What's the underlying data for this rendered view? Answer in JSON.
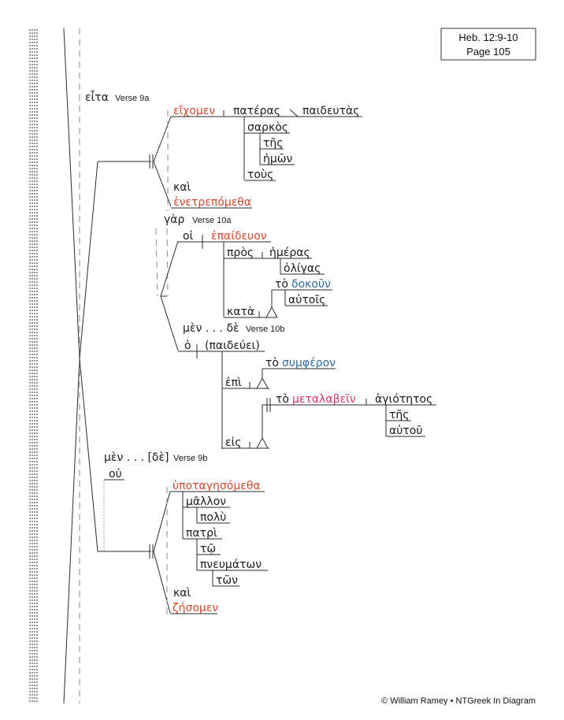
{
  "header": {
    "reference": "Heb. 12:9-10",
    "page": "Page 105"
  },
  "footer": {
    "copyright": "© William Ramey • NTGreek In Diagram"
  },
  "labels": {
    "verse_9a": "Verse 9a",
    "verse_10a": "Verse 10a",
    "verse_10b": "Verse 10b",
    "verse_9b": "Verse 9b"
  },
  "words": {
    "eita": "εἶτα",
    "eichomen": "εἴχομεν",
    "pateras": "πατέρας",
    "paideutas": "παιδευτὰς",
    "sarkos": "σαρκὸς",
    "tes1": "τῆς",
    "hemon": "ἡμῶν",
    "tous": "τοὺς",
    "kai1": "καὶ",
    "enetrepometha": "ἐνετρεπόμεθα",
    "gar": "γὰρ",
    "hoi": "οἱ",
    "epaideuon": "ἐπαίδευον",
    "pros": "πρὸς",
    "hemeras": "ἡμέρας",
    "oligas": "ὀλίγας",
    "to1": "τὸ",
    "dokoun": "δοκοῦν",
    "autois": "αὐτοῖς",
    "kata": "κατὰ",
    "men_de": "μὲν . . . δὲ",
    "ho": "ὁ",
    "paideuei": "(παιδεύει)",
    "to2": "τὸ",
    "sympheron": "συμφέρον",
    "epi": "ἐπὶ",
    "to3": "τὸ",
    "metalabein": "μεταλαβεῖν",
    "hagiotetos": "ἁγιότητος",
    "tes2": "τῆς",
    "autou": "αὐτοῦ",
    "eis": "εἰς",
    "men_de_b": "μὲν . . . [δὲ]",
    "ou": "οὐ",
    "hypotagesometha": "ὑποταγησόμεθα",
    "mallon": "μᾶλλον",
    "poly": "πολὺ",
    "patri": "πατρὶ",
    "to_dat": "τῷ",
    "pneumaton": "πνευμάτων",
    "ton": "τῶν",
    "kai2": "καὶ",
    "zesomen": "ζήσομεν"
  },
  "colors": {
    "verb": "#d24a2e",
    "infinitive": "#d8355f",
    "participle": "#2c6a9e",
    "text": "#1a1a1a"
  }
}
